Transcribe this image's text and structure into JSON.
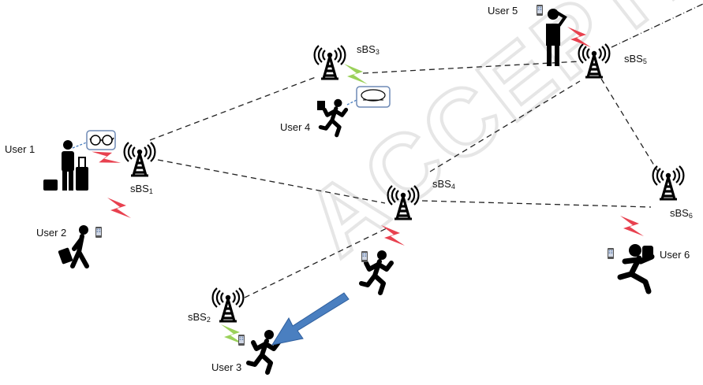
{
  "watermark": "ACCEPTED MANUSCRIPT",
  "colors": {
    "link": "#222222",
    "wired": "#333333",
    "red_bolt": "#e8414f",
    "green_bolt": "#9bd15a",
    "arrow": "#4a7fc0",
    "figure": "#000000",
    "phone_screen": "#bfbfbf"
  },
  "base_stations": [
    {
      "id": "sbs1",
      "prefix": "sBS",
      "sub": "1"
    },
    {
      "id": "sbs2",
      "prefix": "sBS",
      "sub": "2"
    },
    {
      "id": "sbs3",
      "prefix": "sBS",
      "sub": "3"
    },
    {
      "id": "sbs4",
      "prefix": "sBS",
      "sub": "4"
    },
    {
      "id": "sbs5",
      "prefix": "sBS",
      "sub": "5"
    },
    {
      "id": "sbs6",
      "prefix": "sBS",
      "sub": "6"
    }
  ],
  "users": [
    {
      "id": "user1",
      "label": "User 1",
      "device": "smart-glasses-icon"
    },
    {
      "id": "user2",
      "label": "User 2",
      "device": "phone-icon"
    },
    {
      "id": "user3",
      "label": "User 3",
      "device": "phone-icon"
    },
    {
      "id": "user4",
      "label": "User 4",
      "device": "blimp-icon"
    },
    {
      "id": "user5",
      "label": "User 5",
      "device": "phone-icon"
    },
    {
      "id": "user6",
      "label": "User 6",
      "device": "phone-icon"
    }
  ],
  "links": [
    [
      "sbs1",
      "sbs3"
    ],
    [
      "sbs3",
      "sbs5"
    ],
    [
      "sbs1",
      "sbs4"
    ],
    [
      "sbs4",
      "sbs5"
    ],
    [
      "sbs4",
      "sbs6"
    ],
    [
      "sbs5",
      "sbs6"
    ],
    [
      "sbs2",
      "sbs4"
    ],
    [
      "sbs5",
      "offpage"
    ]
  ],
  "mobility": {
    "from": "user3-running",
    "to": "user3",
    "icon": "movement-arrow-icon"
  }
}
